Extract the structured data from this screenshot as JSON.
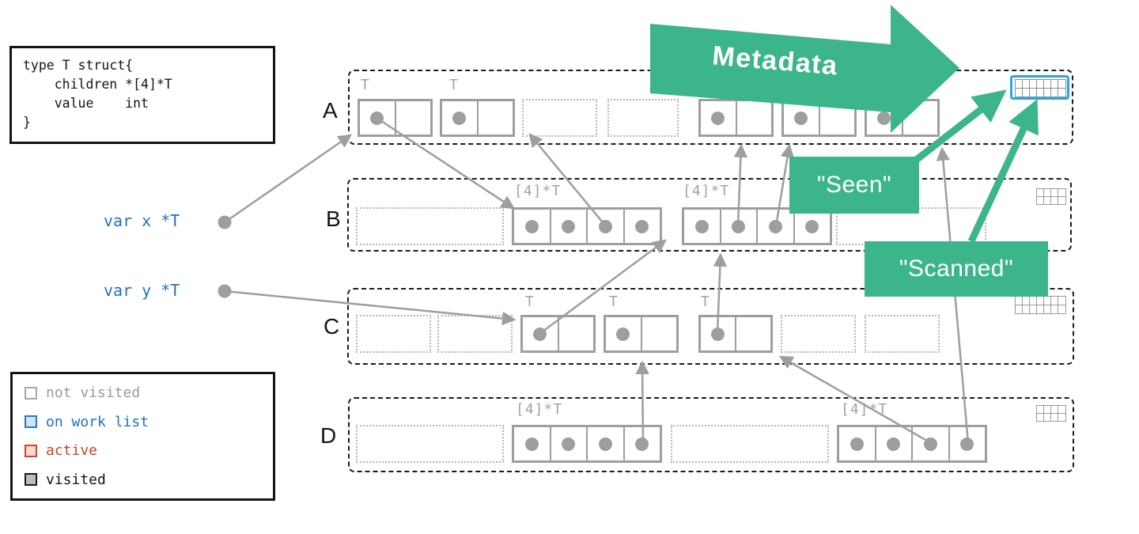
{
  "code_box": {
    "line1": "type T struct{",
    "line2": "    children *[4]*T",
    "line3": "    value    int",
    "line4": "}"
  },
  "vars": {
    "x": "var x *T",
    "y": "var y *T"
  },
  "legend": {
    "items": [
      {
        "label": "not visited",
        "color": "#9a9a9a",
        "swatch_fill": "#ffffff"
      },
      {
        "label": "on work list",
        "color": "#1e73c2",
        "swatch_fill": "#cfe4f4"
      },
      {
        "label": "active",
        "color": "#cd4226",
        "swatch_fill": "#f7dcd4"
      },
      {
        "label": "visited",
        "color": "#141414",
        "swatch_fill": "#bdbdbd"
      }
    ]
  },
  "rows": [
    {
      "label": "A"
    },
    {
      "label": "B"
    },
    {
      "label": "C"
    },
    {
      "label": "D"
    }
  ],
  "labels": {
    "t": "T",
    "array": "[4]*T"
  },
  "annotations": {
    "metadata": "Metadata",
    "seen": "\"Seen\"",
    "scanned": "\"Scanned\""
  },
  "colors": {
    "green_accent": "#3cb58a",
    "worklist_blue": "#2aa7e0",
    "pointer_gray": "#9e9e9e",
    "var_blue": "#1e73c2",
    "active_red": "#cd4226"
  },
  "structure": {
    "description": "Four heap memory spans (rows A-D) drawn as dashed boxes. Solid gray boxes are allocated objects: two-cell T structs (pointer dot + empty value cell) or four-cell [4]*T pointer arrays (dot in every cell). Fine-dotted boxes are free/unvisited slots. Each row has a metadata bitmap at its right edge; row A's bitmap is outlined blue (on work list). Gray arrows show pointer references; a large green Metadata arrow and green Seen/Scanned callouts point at row A's bitmap.",
    "row_slots": {
      "A": [
        "T object",
        "T object",
        "empty",
        "empty",
        "T object",
        "T object",
        "T object",
        "blue 7x2 bitmap"
      ],
      "B": [
        "empty wide",
        "[4]*T array",
        "[4]*T array",
        "empty wide",
        "gray 4x2 bitmap"
      ],
      "C": [
        "empty",
        "empty",
        "T object",
        "T object",
        "T object",
        "empty",
        "empty",
        "gray 7x2 bitmap"
      ],
      "D": [
        "empty wide",
        "[4]*T array",
        "empty wide",
        "[4]*T array",
        "gray 4x2 bitmap"
      ]
    },
    "pointer_arrows": [
      "var x -> A object 1",
      "var y -> C object 1",
      "A object 1 -> B array 1",
      "B array 1 cell 3 -> A object 2",
      "C object 1 -> B array 2",
      "C object 3 -> B array 2",
      "B array 2 cell 2 -> A object 4",
      "B array 2 cell 3 -> A object 5",
      "D array 2 cell 4 -> A object 6",
      "D array 1 cell 4 -> C object 2",
      "D array 2 cell 3 -> C object 3",
      "Seen callout -> row A bitmap",
      "Scanned callout -> row A bitmap"
    ]
  }
}
